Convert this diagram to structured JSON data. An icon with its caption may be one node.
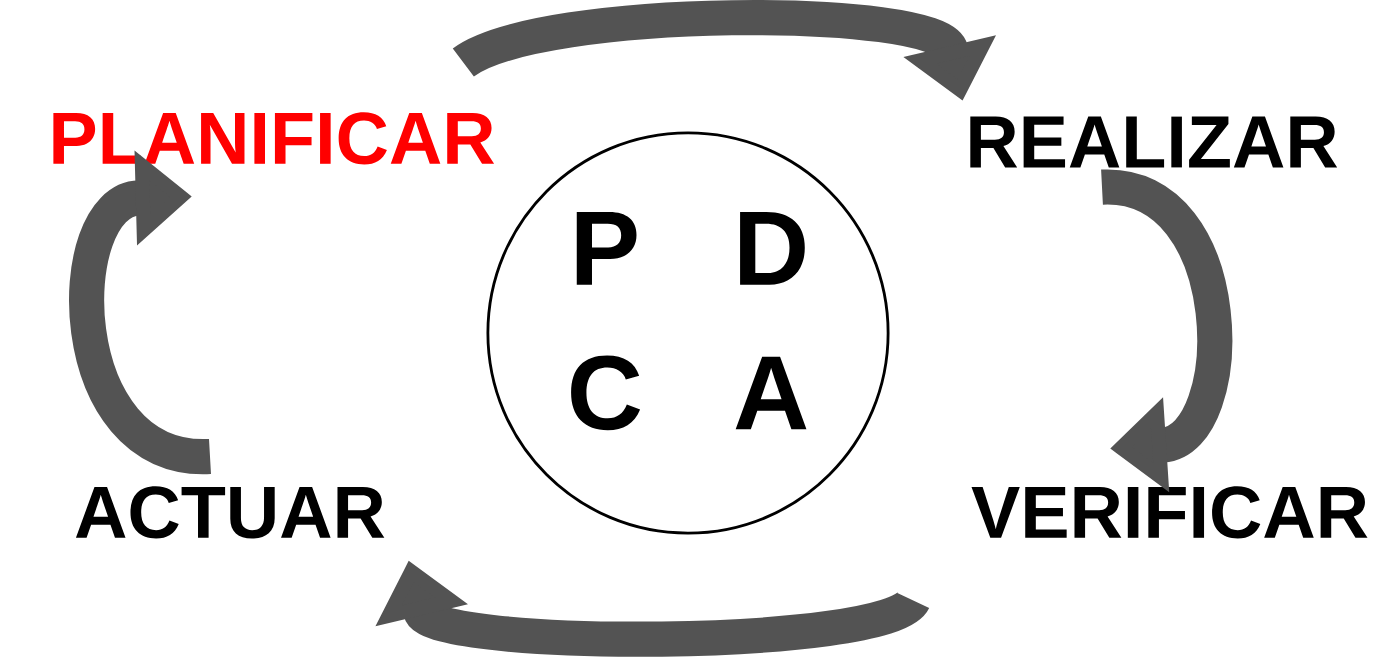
{
  "diagram": {
    "nodes": [
      {
        "text": [
          "PLANIFICAR"
        ]
      },
      {
        "text": [
          "REALIZAR"
        ]
      },
      {
        "text": [
          "VERIFICAR"
        ]
      },
      {
        "text": [
          "ACTUAR"
        ]
      },
      {
        "text": [
          "P",
          "D",
          "C",
          "A"
        ]
      }
    ],
    "edges": [
      {
        "from": 0,
        "to": 1,
        "arrow": "to"
      },
      {
        "from": 1,
        "to": 2,
        "arrow": "to"
      },
      {
        "from": 2,
        "to": 3,
        "arrow": "to"
      },
      {
        "from": 3,
        "to": 0,
        "arrow": "to"
      }
    ]
  }
}
